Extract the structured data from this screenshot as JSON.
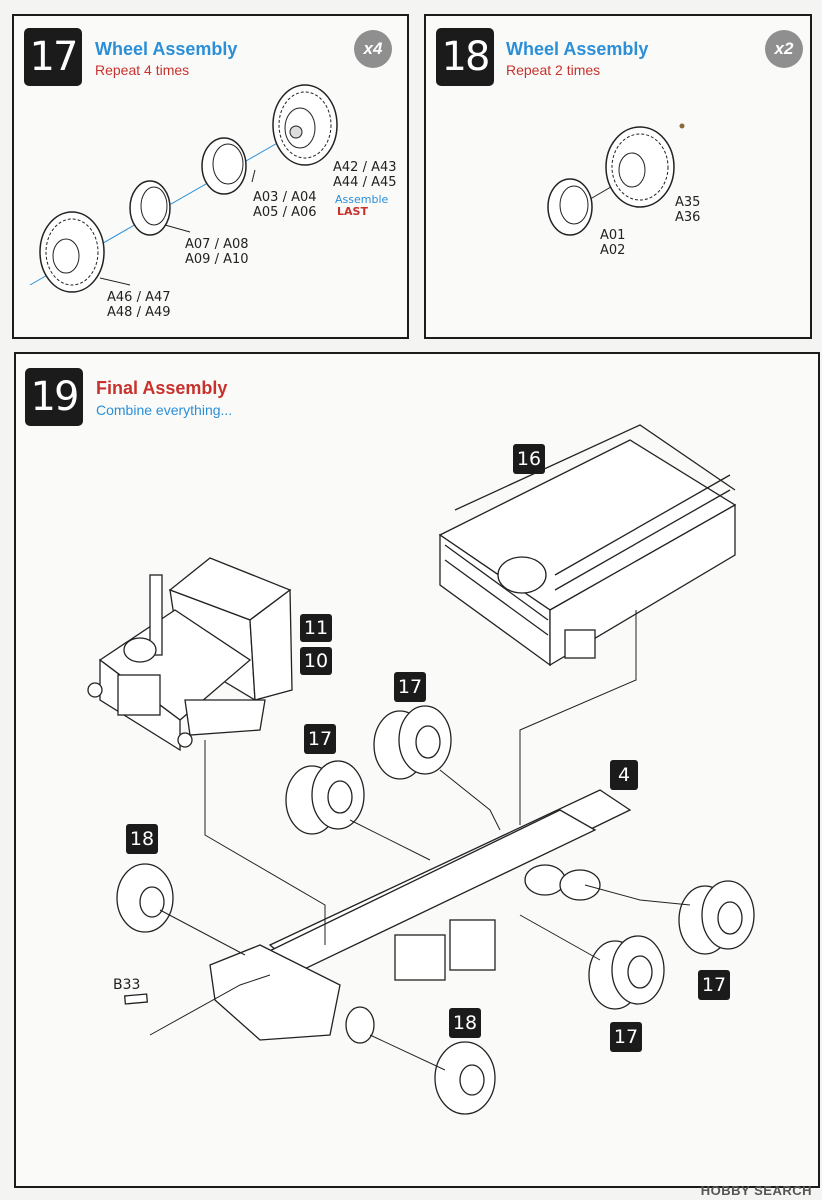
{
  "step17": {
    "number": "17",
    "title": "Wheel Assembly",
    "subtitle": "Repeat 4 times",
    "multiplier": "x4",
    "parts": {
      "hub": "A42 / A43\nA44 / A45",
      "note_line1": "Assemble",
      "note_line2": "LAST",
      "rim_outer": "A03 / A04\nA05 / A06",
      "rim_inner": "A07 / A08\nA09 / A10",
      "tire": "A46 / A47\nA48 / A49"
    }
  },
  "step18": {
    "number": "18",
    "title": "Wheel Assembly",
    "subtitle": "Repeat 2 times",
    "multiplier": "x2",
    "parts": {
      "tire": "A35\nA36",
      "rim": "A01\nA02"
    }
  },
  "step19": {
    "number": "19",
    "title": "Final Assembly",
    "subtitle": "Combine everything...",
    "callouts": {
      "bed": "16",
      "cab_a": "11",
      "cab_b": "10",
      "wheel_a": "17",
      "wheel_b": "17",
      "chassis": "4",
      "front_wheel_a": "18",
      "rear_wheel_a": "17",
      "rear_wheel_b": "17",
      "front_wheel_b": "18"
    },
    "part_b33": "B33"
  },
  "watermark": "HOBBY SEARCH",
  "colors": {
    "accent_blue": "#2b8fd8",
    "accent_red": "#c8322d",
    "dark": "#1b1b1b"
  }
}
